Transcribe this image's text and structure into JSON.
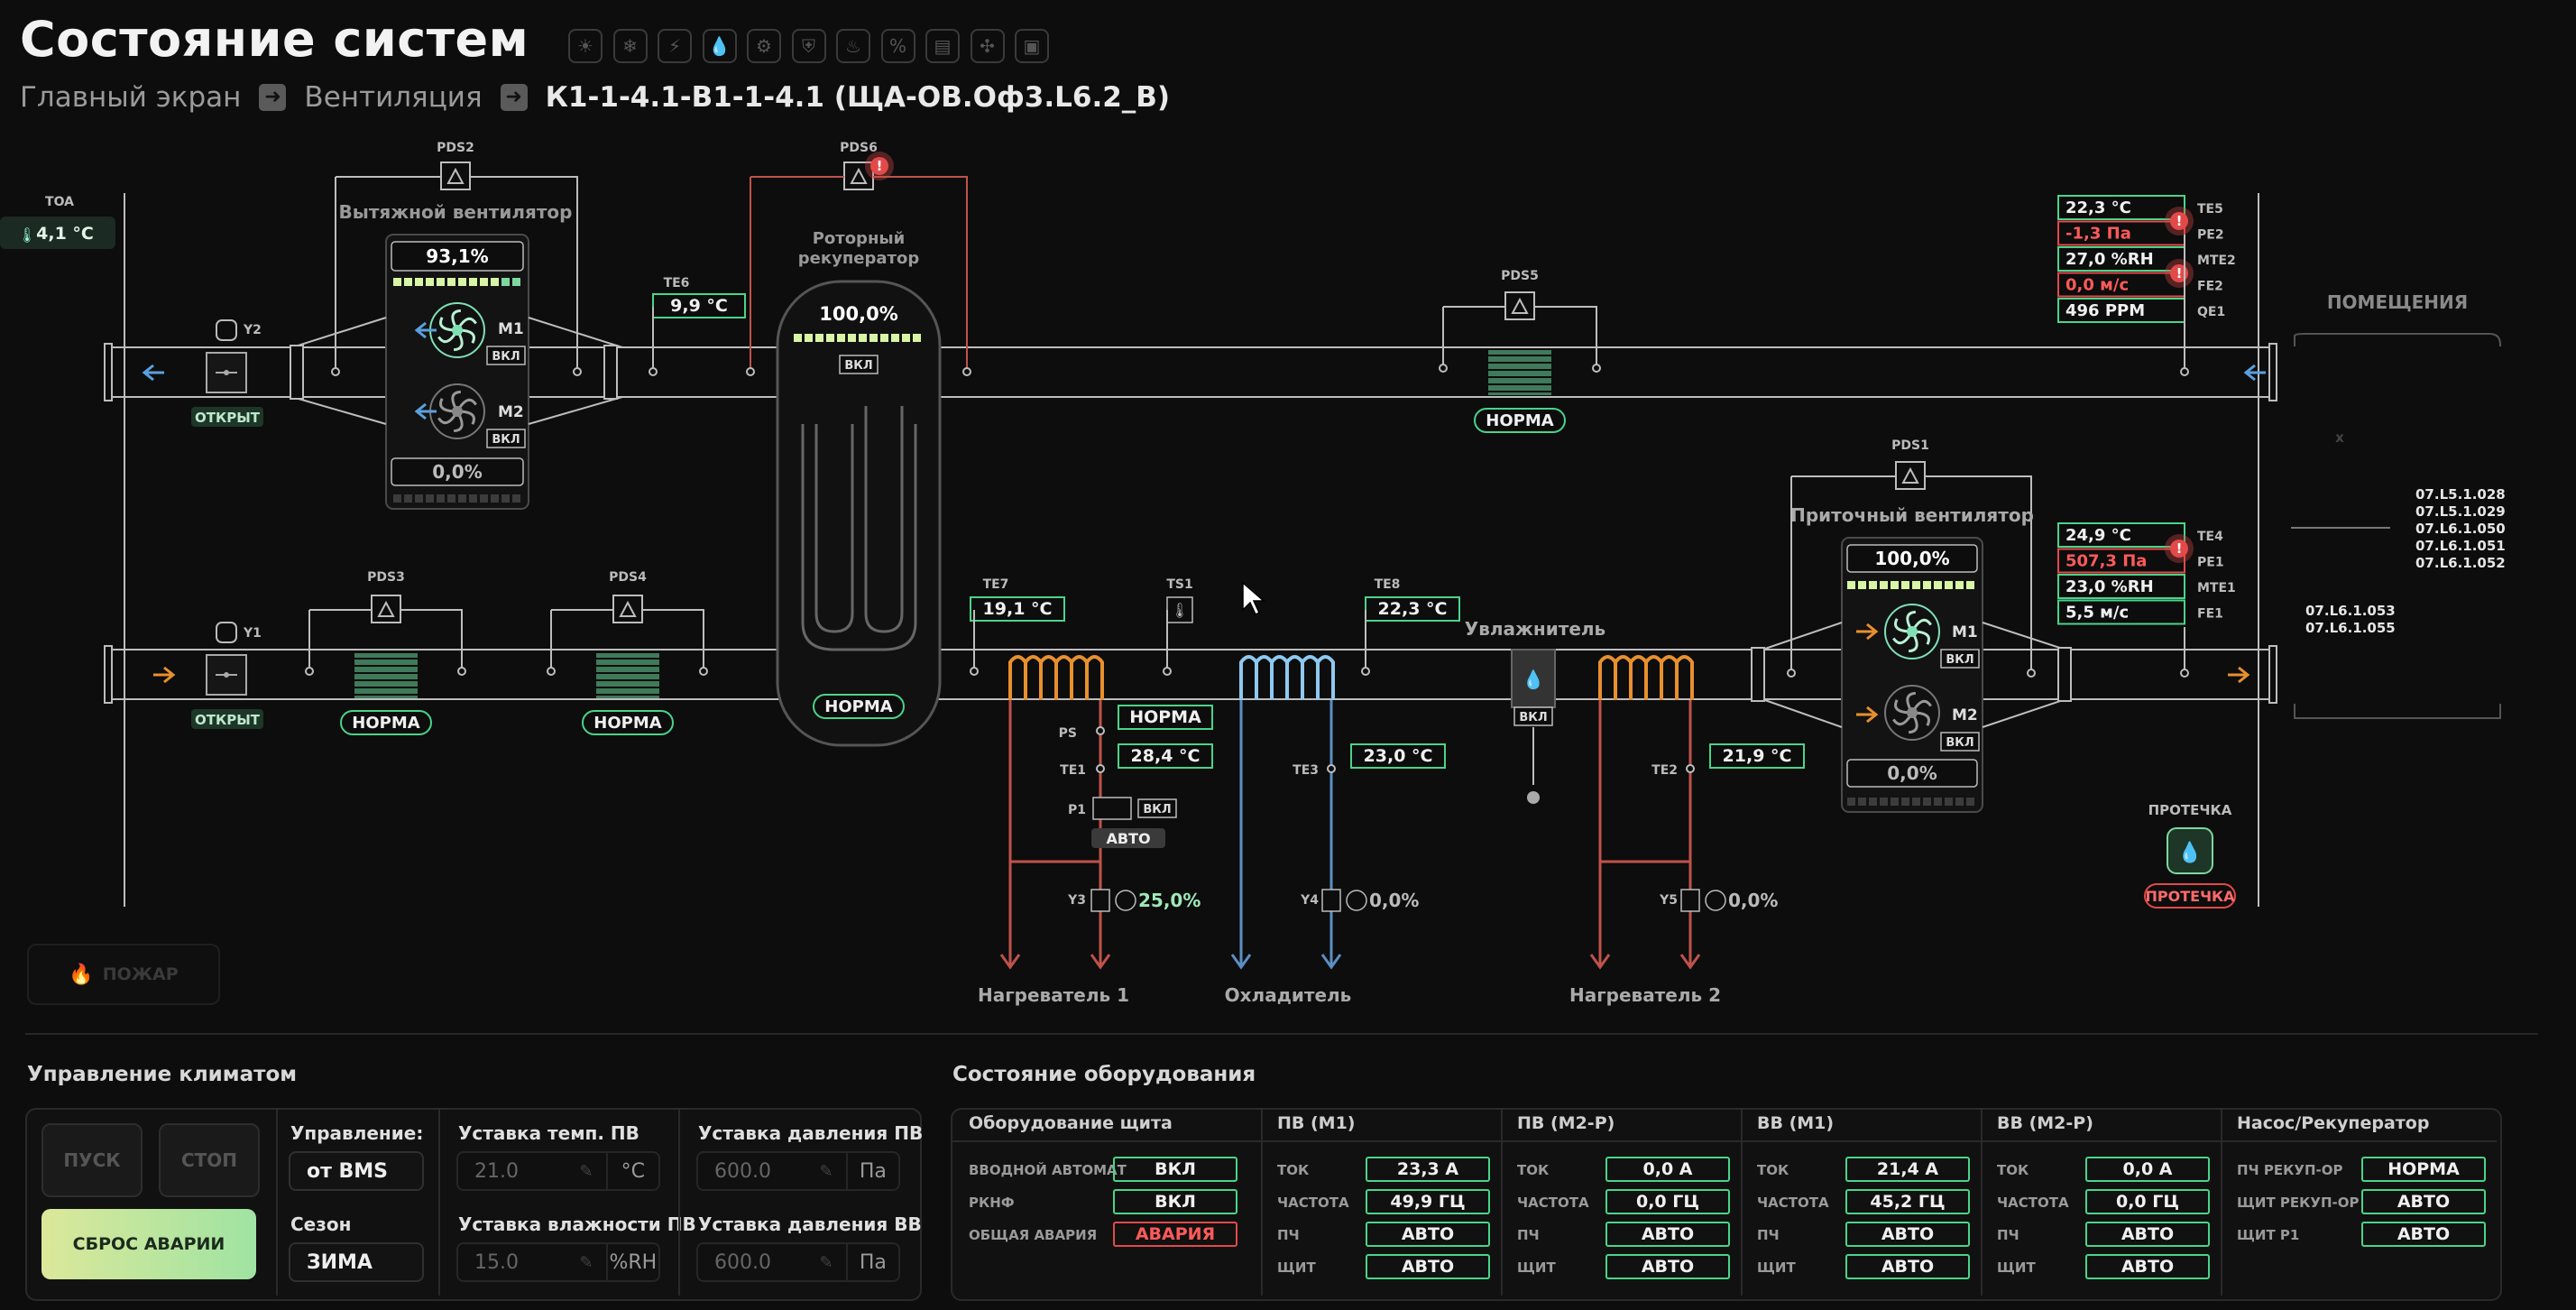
{
  "header": {
    "title": "Состояние систем",
    "breadcrumb": {
      "home": "Главный экран",
      "section": "Вентиляция",
      "current": "К1-1-4.1-В1-1-4.1 (ЩА-ОВ.Оф3.L6.2_В)"
    }
  },
  "toolbar_icons": [
    "sun-icon",
    "snowflake-icon",
    "power-icon",
    "water-drop-icon",
    "pump-icon",
    "shield-icon",
    "heater-icon",
    "percent-icon",
    "ac-unit-icon",
    "fan-icon",
    "panel-icon"
  ],
  "outdoor": {
    "label": "TOA",
    "value": "4,1 °C"
  },
  "exhaust": {
    "damper": {
      "id": "Y2",
      "state": "ОТКРЫТ"
    },
    "pds2": "PDS2",
    "fan_title": "Вытяжной вентилятор",
    "fan_speed": "93,1%",
    "fan_speed2": "0,0%",
    "m1": "M1",
    "m2": "M2",
    "m1_state": "ВКЛ",
    "m2_state": "ВКЛ",
    "te6_label": "TE6",
    "te6": "9,9 °C",
    "pds5": "PDS5",
    "pds5_state": "НОРМА",
    "sensors": [
      {
        "id": "TE5",
        "value": "22,3 °C",
        "alarm": false
      },
      {
        "id": "PE2",
        "value": "-1,3 Па",
        "alarm": true
      },
      {
        "id": "MTE2",
        "value": "27,0 %RH",
        "alarm": false
      },
      {
        "id": "FE2",
        "value": "0,0 м/с",
        "alarm": true
      },
      {
        "id": "QE1",
        "value": "496 PPM",
        "alarm": false
      }
    ]
  },
  "recuperator": {
    "pds6": "PDS6",
    "title": "Роторный рекуператор",
    "speed": "100,0%",
    "state": "ВКЛ",
    "status": "НОРМА"
  },
  "supply": {
    "damper": {
      "id": "Y1",
      "state": "ОТКРЫТ"
    },
    "pds3": "PDS3",
    "pds3_state": "НОРМА",
    "pds4": "PDS4",
    "pds4_state": "НОРМА",
    "te7_label": "TE7",
    "te7": "19,1 °C",
    "ts1_label": "TS1",
    "te8_label": "TE8",
    "te8": "22,3 °C",
    "humidifier": "Увлажнитель",
    "humidifier_state": "ВКЛ",
    "pds1": "PDS1",
    "fan_title": "Приточный вентилятор",
    "fan_speed": "100,0%",
    "fan_speed2": "0,0%",
    "m1": "M1",
    "m2": "M2",
    "m1_state": "ВКЛ",
    "m2_state": "ВКЛ",
    "sensors": [
      {
        "id": "TE4",
        "value": "24,9 °C",
        "alarm": false
      },
      {
        "id": "PE1",
        "value": "507,3 Па",
        "alarm": true
      },
      {
        "id": "MTE1",
        "value": "23,0 %RH",
        "alarm": false
      },
      {
        "id": "FE1",
        "value": "5,5 м/с",
        "alarm": false
      }
    ]
  },
  "heater1": {
    "title": "Нагреватель 1",
    "ps_label": "PS",
    "ps": "НОРМА",
    "te1_label": "TE1",
    "te1": "28,4 °C",
    "p1_label": "P1",
    "p1_state": "ВКЛ",
    "mode": "АВТО",
    "y3_label": "Y3",
    "y3": "25,0%"
  },
  "cooler": {
    "title": "Охладитель",
    "te3_label": "TE3",
    "te3": "23,0 °C",
    "y4_label": "Y4",
    "y4": "0,0%"
  },
  "heater2": {
    "title": "Нагреватель 2",
    "te2_label": "TE2",
    "te2": "21,9 °C",
    "y5_label": "Y5",
    "y5": "0,0%"
  },
  "leak": {
    "label": "ПРОТЕЧКА",
    "state": "ПРОТЕЧКА"
  },
  "rooms": {
    "title": "ПОМЕЩЕНИЯ",
    "group1": [
      "07.L5.1.028",
      "07.L5.1.029",
      "07.L6.1.050",
      "07.L6.1.051",
      "07.L6.1.052"
    ],
    "group2": [
      "07.L6.1.053",
      "07.L6.1.055"
    ]
  },
  "fire_button": "ПОЖАР",
  "climate": {
    "title": "Управление климатом",
    "start": "ПУСК",
    "stop": "СТОП",
    "reset": "СБРОС АВАРИИ",
    "control_label": "Управление:",
    "control_value": "от BMS",
    "season_label": "Сезон",
    "season_value": "ЗИМА",
    "temp_sp_label": "Уставка темп. ПВ",
    "temp_sp": "21.0",
    "temp_unit": "°C",
    "hum_sp_label": "Уставка влажности ПВ",
    "hum_sp": "15.0",
    "hum_unit": "%RH",
    "press_pv_label": "Уставка давления ПВ",
    "press_pv": "600.0",
    "press_unit": "Па",
    "press_vv_label": "Уставка давления ВВ",
    "press_vv": "600.0",
    "press_unit2": "Па"
  },
  "equipment": {
    "title": "Состояние оборудования",
    "columns": [
      {
        "header": "Оборудование щита",
        "rows": [
          {
            "label": "ВВОДНОЙ АВТОМАТ",
            "value": "ВКЛ",
            "alarm": false
          },
          {
            "label": "РКНФ",
            "value": "ВКЛ",
            "alarm": false
          },
          {
            "label": "ОБЩАЯ АВАРИЯ",
            "value": "АВАРИЯ",
            "alarm": true
          }
        ]
      },
      {
        "header": "ПВ (М1)",
        "rows": [
          {
            "label": "ТОК",
            "value": "23,3 А",
            "alarm": false
          },
          {
            "label": "ЧАСТОТА",
            "value": "49,9 ГЦ",
            "alarm": false
          },
          {
            "label": "ПЧ",
            "value": "АВТО",
            "alarm": false
          },
          {
            "label": "ЩИТ",
            "value": "АВТО",
            "alarm": false
          }
        ]
      },
      {
        "header": "ПВ (М2-Р)",
        "rows": [
          {
            "label": "ТОК",
            "value": "0,0 А",
            "alarm": false
          },
          {
            "label": "ЧАСТОТА",
            "value": "0,0 ГЦ",
            "alarm": false
          },
          {
            "label": "ПЧ",
            "value": "АВТО",
            "alarm": false
          },
          {
            "label": "ЩИТ",
            "value": "АВТО",
            "alarm": false
          }
        ]
      },
      {
        "header": "ВВ (М1)",
        "rows": [
          {
            "label": "ТОК",
            "value": "21,4 А",
            "alarm": false
          },
          {
            "label": "ЧАСТОТА",
            "value": "45,2 ГЦ",
            "alarm": false
          },
          {
            "label": "ПЧ",
            "value": "АВТО",
            "alarm": false
          },
          {
            "label": "ЩИТ",
            "value": "АВТО",
            "alarm": false
          }
        ]
      },
      {
        "header": "ВВ (М2-Р)",
        "rows": [
          {
            "label": "ТОК",
            "value": "0,0 А",
            "alarm": false
          },
          {
            "label": "ЧАСТОТА",
            "value": "0,0 ГЦ",
            "alarm": false
          },
          {
            "label": "ПЧ",
            "value": "АВТО",
            "alarm": false
          },
          {
            "label": "ЩИТ",
            "value": "АВТО",
            "alarm": false
          }
        ]
      },
      {
        "header": "Насос/Рекуператор",
        "rows": [
          {
            "label": "ПЧ РЕКУП-ОР",
            "value": "НОРМА",
            "alarm": false
          },
          {
            "label": "ЩИТ РЕКУП-ОР",
            "value": "АВТО",
            "alarm": false
          },
          {
            "label": "ЩИТ Р1",
            "value": "АВТО",
            "alarm": false
          }
        ]
      }
    ]
  },
  "colors": {
    "ok": "#4ad48a",
    "alarm": "#e24a4a",
    "hot": "#e8902e",
    "cold": "#8ec9f0",
    "line": "#bdbdbd",
    "pipe_hot": "#c0524a",
    "pipe_cold": "#5b8fc4"
  }
}
